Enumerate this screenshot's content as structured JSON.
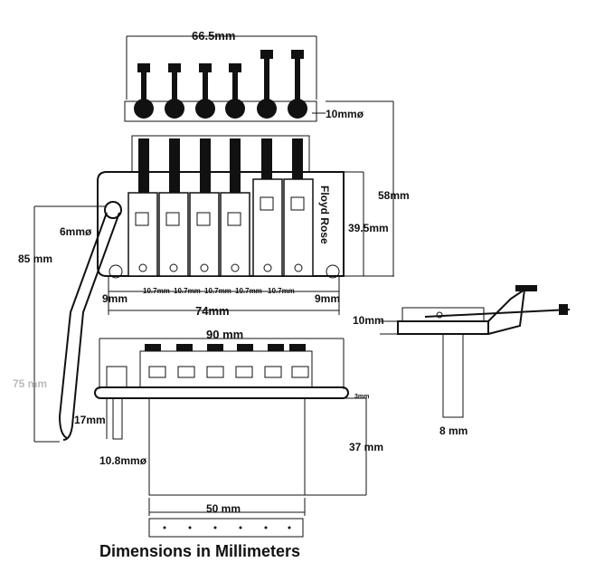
{
  "labels": {
    "top_width": "66.5mm",
    "knob_diameter": "10mmø",
    "height_58": "58mm",
    "height_39_5": "39.5mm",
    "hole_6": "6mmø",
    "arm_85": "85 mm",
    "spacing": [
      "10.7mm",
      "10.7mm",
      "10.7mm",
      "10.7mm",
      "10.7mm"
    ],
    "left_9": "9mm",
    "right_9": "9mm",
    "base_74": "74mm",
    "front_90": "90 mm",
    "arm_75": "75 mm",
    "side_10": "10mm",
    "small_3": "3mm",
    "post_17": "17mm",
    "post_10_8": "10.8mmø",
    "block_37": "37 mm",
    "side_8": "8 mm",
    "block_50": "50 mm",
    "brand": "Floyd Rose"
  },
  "caption": "Dimensions in Millimeters"
}
